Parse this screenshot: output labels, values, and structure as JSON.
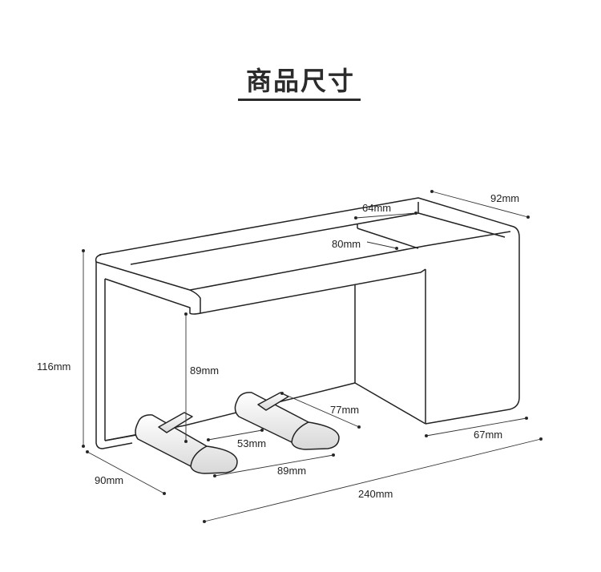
{
  "title": "商品尺寸",
  "dimensions": {
    "top_slot_width": "64mm",
    "top_depth": "92mm",
    "inner_length": "80mm",
    "height": "116mm",
    "inner_height": "89mm",
    "rail_length": "77mm",
    "rail_gap": "53mm",
    "rail_span": "89mm",
    "side_width": "67mm",
    "depth": "90mm",
    "total_length": "240mm"
  }
}
